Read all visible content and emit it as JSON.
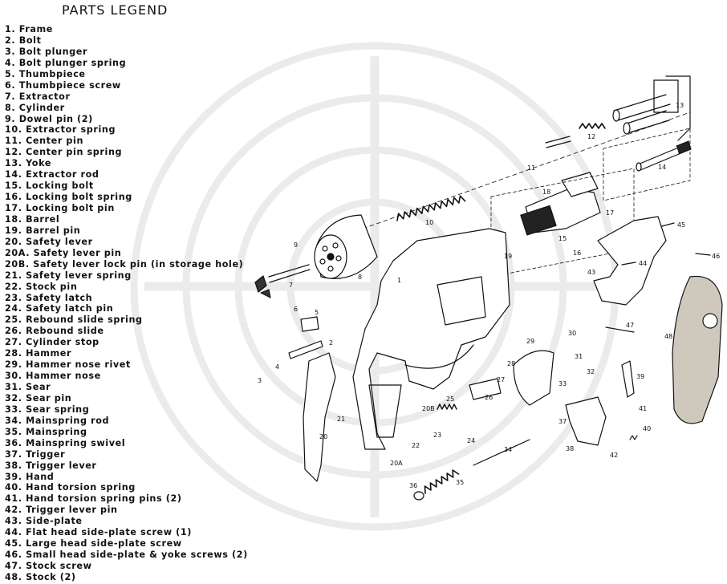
{
  "legend": {
    "title": "PARTS LEGEND",
    "items": [
      {
        "num": "1.",
        "label": "Frame"
      },
      {
        "num": "2.",
        "label": "Bolt"
      },
      {
        "num": "3.",
        "label": "Bolt plunger"
      },
      {
        "num": "4.",
        "label": "Bolt plunger spring"
      },
      {
        "num": "5.",
        "label": "Thumbpiece"
      },
      {
        "num": "6.",
        "label": "Thumbpiece screw"
      },
      {
        "num": "7.",
        "label": "Extractor"
      },
      {
        "num": "8.",
        "label": "Cylinder"
      },
      {
        "num": "9.",
        "label": "Dowel pin (2)"
      },
      {
        "num": "10.",
        "label": "Extractor spring"
      },
      {
        "num": "11.",
        "label": "Center pin"
      },
      {
        "num": "12.",
        "label": "Center pin spring"
      },
      {
        "num": "13.",
        "label": "Yoke"
      },
      {
        "num": "14.",
        "label": "Extractor rod"
      },
      {
        "num": "15.",
        "label": "Locking bolt"
      },
      {
        "num": "16.",
        "label": "Locking bolt spring"
      },
      {
        "num": "17.",
        "label": "Locking bolt pin"
      },
      {
        "num": "18.",
        "label": "Barrel"
      },
      {
        "num": "19.",
        "label": "Barrel pin"
      },
      {
        "num": "20.",
        "label": "Safety lever"
      },
      {
        "num": "20A.",
        "label": "Safety lever pin"
      },
      {
        "num": "20B.",
        "label": "Safety lever lock pin (in storage hole)"
      },
      {
        "num": "21.",
        "label": "Safety lever spring"
      },
      {
        "num": "22.",
        "label": "Stock pin"
      },
      {
        "num": "23.",
        "label": "Safety latch"
      },
      {
        "num": "24.",
        "label": "Safety latch pin"
      },
      {
        "num": "25.",
        "label": "Rebound slide spring"
      },
      {
        "num": "26.",
        "label": "Rebound slide"
      },
      {
        "num": "27.",
        "label": "Cylinder stop"
      },
      {
        "num": "28.",
        "label": "Hammer"
      },
      {
        "num": "29.",
        "label": "Hammer nose rivet"
      },
      {
        "num": "30.",
        "label": "Hammer nose"
      },
      {
        "num": "31.",
        "label": "Sear"
      },
      {
        "num": "32.",
        "label": "Sear pin"
      },
      {
        "num": "33.",
        "label": "Sear spring"
      },
      {
        "num": "34.",
        "label": "Mainspring rod"
      },
      {
        "num": "35.",
        "label": "Mainspring"
      },
      {
        "num": "36.",
        "label": "Mainspring swivel"
      },
      {
        "num": "37.",
        "label": "Trigger"
      },
      {
        "num": "38.",
        "label": "Trigger lever"
      },
      {
        "num": "39.",
        "label": "Hand"
      },
      {
        "num": "40.",
        "label": "Hand torsion spring"
      },
      {
        "num": "41.",
        "label": "Hand torsion spring pins (2)"
      },
      {
        "num": "42.",
        "label": "Trigger lever pin"
      },
      {
        "num": "43.",
        "label": "Side-plate"
      },
      {
        "num": "44.",
        "label": "Flat head side-plate screw (1)"
      },
      {
        "num": "45.",
        "label": "Large head side-plate screw"
      },
      {
        "num": "46.",
        "label": "Small head side-plate & yoke screws (2)"
      },
      {
        "num": "47.",
        "label": "Stock screw"
      },
      {
        "num": "48.",
        "label": "Stock (2)"
      }
    ]
  },
  "diagram": {
    "callouts": [
      "1",
      "2",
      "3",
      "4",
      "5",
      "6",
      "7",
      "8",
      "9",
      "10",
      "11",
      "12",
      "13",
      "14",
      "15",
      "16",
      "17",
      "18",
      "19",
      "20",
      "20A",
      "20B",
      "21",
      "22",
      "23",
      "24",
      "25",
      "26",
      "27",
      "28",
      "29",
      "30",
      "31",
      "32",
      "33",
      "34",
      "35",
      "36",
      "37",
      "38",
      "39",
      "40",
      "41",
      "42",
      "43",
      "44",
      "45",
      "46",
      "47",
      "48"
    ]
  },
  "colors": {
    "ink": "#111111",
    "watermark": "#e6e6e6",
    "grip": "#cfc9bd"
  }
}
